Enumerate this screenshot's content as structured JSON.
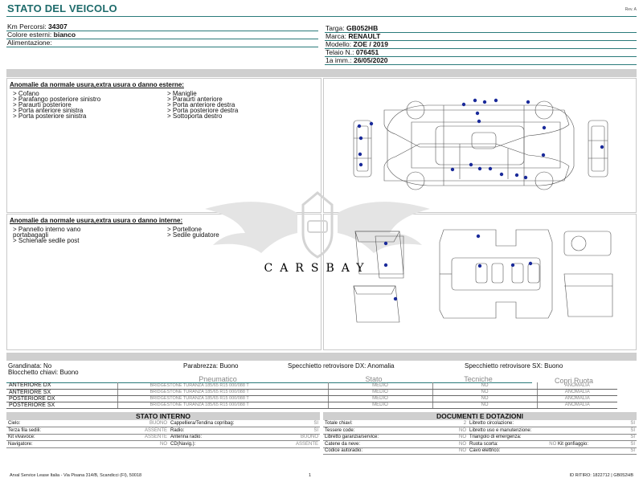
{
  "header": {
    "title": "STATO DEL VEICOLO",
    "rev": "Rev. A"
  },
  "vehicle": {
    "km_label": "Km Percorsi:",
    "km_value": "34307",
    "color_label": "Colore esterni:",
    "color_value": "bianco",
    "fuel_label": "Alimentazione:",
    "fuel_value": "",
    "plate_label": "Targa:",
    "plate_value": "GB052HB",
    "make_label": "Marca:",
    "make_value": "RENAULT",
    "model_label": "Modello:",
    "model_value": "ZOE / 2019",
    "frame_label": "Telaio N.:",
    "frame_value": "076451",
    "reg_label": "1a imm.:",
    "reg_value": "26/05/2020"
  },
  "exterior": {
    "title": "Anomalie da normale usura,extra usura o danno esterne:",
    "col1": [
      "> Cofano",
      "> Parafango posteriore sinistro",
      "> Paraurti posteriore",
      "> Porta anteriore sinistra",
      "> Porta posteriore sinistra"
    ],
    "col2": [
      "> Maniglie",
      "> Paraurti anteriore",
      "> Porta anteriore destra",
      "> Porta posteriore destra",
      "> Sottoporta destro"
    ]
  },
  "interior": {
    "title": "Anomalie da normale usura,extra usura o danno interne:",
    "col1": [
      "> Pannello interno vano",
      "portabagagli",
      "> Schienale sedile post"
    ],
    "col2": [
      "> Portellone",
      "> Sedile guidatore"
    ]
  },
  "watermark": "CARSBAY",
  "checks": {
    "hail": "Grandinata: No",
    "windshield": "Parabrezza: Buono",
    "mirror_dx": "Specchietto retrovisore DX: Anomalia",
    "mirror_sx": "Specchietto retrovisore SX: Buono",
    "key_lock": "Blocchetto chiavi: Buono"
  },
  "tyres": {
    "headers": {
      "tyre": "Pneumatico",
      "state": "Stato",
      "tech": "Tecniche",
      "hubcap": "Copri Ruota"
    },
    "rows": [
      {
        "pos": "ANTERIORE DX",
        "tyre": "BRIDGESTONE TURANZA  185/65 R15 000/088 T",
        "state": "MEDIO",
        "tech": "NO",
        "hubcap": "ANOMALIA"
      },
      {
        "pos": "ANTERIORE SX",
        "tyre": "BRIDGESTONE TURANZA  185/65 R15 000/088 T",
        "state": "MEDIO",
        "tech": "NO",
        "hubcap": "ANOMALIA"
      },
      {
        "pos": "POSTERIORE DX",
        "tyre": "BRIDGESTONE TURANZA  185/65 R15 000/088 T",
        "state": "MEDIO",
        "tech": "NO",
        "hubcap": "ANOMALIA"
      },
      {
        "pos": "POSTERIORE SX",
        "tyre": "BRIDGESTONE TURANZA  185/65 R15 000/088 T",
        "state": "MEDIO",
        "tech": "NO",
        "hubcap": "ANOMALIA"
      }
    ]
  },
  "internal_state": {
    "title": "STATO INTERNO",
    "rows": [
      [
        "Cielo:",
        "BUONO",
        "Cappelliera/Tendina copribag:",
        "SI"
      ],
      [
        "Terza fila sedili:",
        "ASSENTE",
        "Radio:",
        "SI"
      ],
      [
        "Kit vivavoce:",
        "ASSENTE",
        "Antenna radio:",
        "BUONO"
      ],
      [
        "Navigatore:",
        "NO",
        "CD(Navig.):",
        "ASSENTE"
      ]
    ]
  },
  "documents": {
    "title": "DOCUMENTI E DOTAZIONI",
    "rows": [
      [
        "Totale chiavi:",
        "2",
        "Libretto circolazione:",
        "SI",
        "",
        ""
      ],
      [
        "Tessere code:",
        "NO",
        "Libretto uso e manutenzione:",
        "SI",
        "",
        ""
      ],
      [
        "Libretto garanzia/service:",
        "NO",
        "Triangolo di emergenza:",
        "SI",
        "",
        ""
      ],
      [
        "Catene da neve:",
        "NO",
        "Ruota scorta:",
        "NO",
        "Kit gonfiaggio:",
        "SI"
      ],
      [
        "Codice autoradio:",
        "NO",
        "Cavo elettrico:",
        "SI",
        "",
        ""
      ]
    ]
  },
  "footer": {
    "company": "Arval Service Lease Italia - Via Pisana 314/B, Scandicci (FI), 50018",
    "page": "1",
    "ref": "ID RITIRO: 1822712 | GB052HB"
  },
  "colors": {
    "accent": "#2a7a7a",
    "title": "#1e6b6b",
    "marker": "#1a2a9a",
    "band": "#cfcfcf"
  }
}
